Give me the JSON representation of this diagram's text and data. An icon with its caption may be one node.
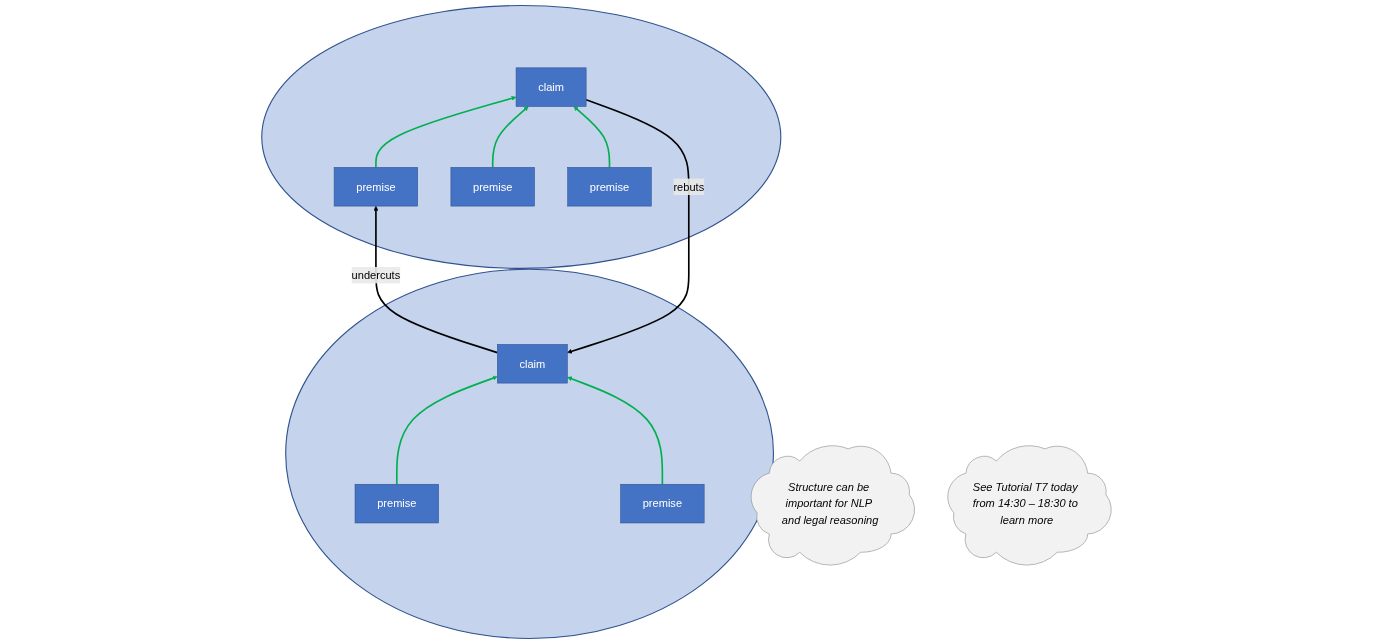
{
  "diagram": {
    "nodes": [
      {
        "text": [],
        "shape": "circle"
      },
      {
        "text": [
          "claim"
        ],
        "in": 0
      },
      {
        "text": [
          "premise"
        ],
        "in": 0
      },
      {
        "text": [
          "premise"
        ],
        "in": 0
      },
      {
        "text": [],
        "shape": "circle"
      },
      {
        "text": [
          "claim"
        ],
        "in": 4
      },
      {
        "text": [
          "premise"
        ],
        "in": 4
      },
      {
        "text": [
          "premise"
        ],
        "in": 4
      },
      {
        "text": [
          "premise"
        ],
        "in": 4
      },
      {
        "text": [
          "Structure can be important for NLP and legal reasoning"
        ]
      },
      {
        "text": [
          "See Tutorial T7 today from 14:30 – 18:30 to learn more"
        ]
      }
    ],
    "edges": [
      {
        "from": 2,
        "to": 1,
        "arrow": "to"
      },
      {
        "from": 3,
        "to": 1,
        "arrow": "to"
      },
      {
        "from": 5,
        "to": 1,
        "arrow": "to",
        "label": "rebuts",
        "color": "#000000"
      },
      {
        "from": 1,
        "to": 6,
        "arrow": "to",
        "label": "undercuts",
        "color": "#000000"
      },
      {
        "from": 6,
        "to": 5,
        "arrow": "to"
      },
      {
        "from": 8,
        "to": 5,
        "arrow": "to"
      },
      {
        "from": 7,
        "to": 5,
        "arrow": "to"
      }
    ]
  }
}
